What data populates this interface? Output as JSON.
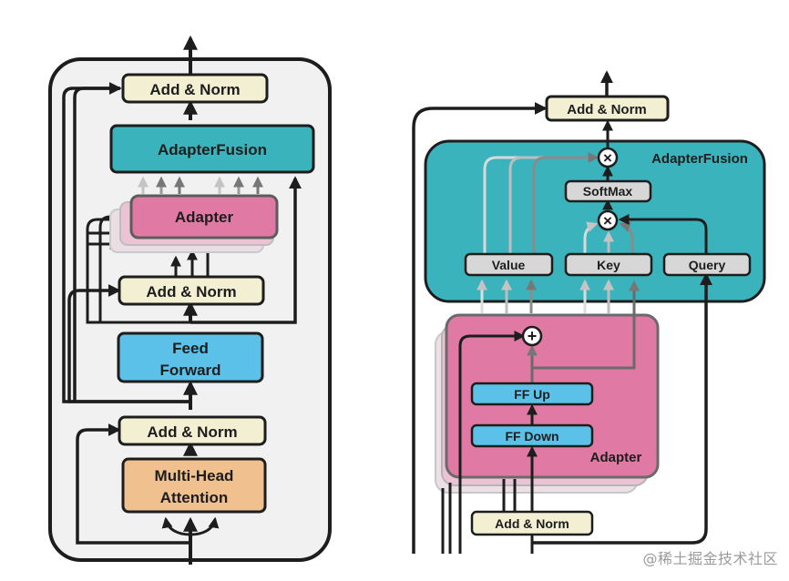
{
  "left": {
    "add_norm_top": "Add & Norm",
    "adapter_fusion": "AdapterFusion",
    "adapter": "Adapter",
    "add_norm_mid": "Add & Norm",
    "feed_forward_line1": "Feed",
    "feed_forward_line2": "Forward",
    "add_norm_bottom": "Add & Norm",
    "mha_line1": "Multi-Head",
    "mha_line2": "Attention"
  },
  "right": {
    "add_norm_top": "Add & Norm",
    "adapter_fusion_title": "AdapterFusion",
    "softmax": "SoftMax",
    "value": "Value",
    "key": "Key",
    "query": "Query",
    "ff_up": "FF Up",
    "ff_down": "FF Down",
    "adapter_title": "Adapter",
    "add_norm_bottom": "Add & Norm",
    "multiply_symbol": "×",
    "add_symbol": "+"
  },
  "watermark": "@稀土掘金技术社区",
  "colors": {
    "cream": "#f3efd3",
    "teal": "#3bb3bc",
    "pink": "#e07aa4",
    "blue": "#5bc1e8",
    "peach": "#f0c08e",
    "gray_box": "#d7d7d7",
    "panel": "#f1f1f1"
  }
}
